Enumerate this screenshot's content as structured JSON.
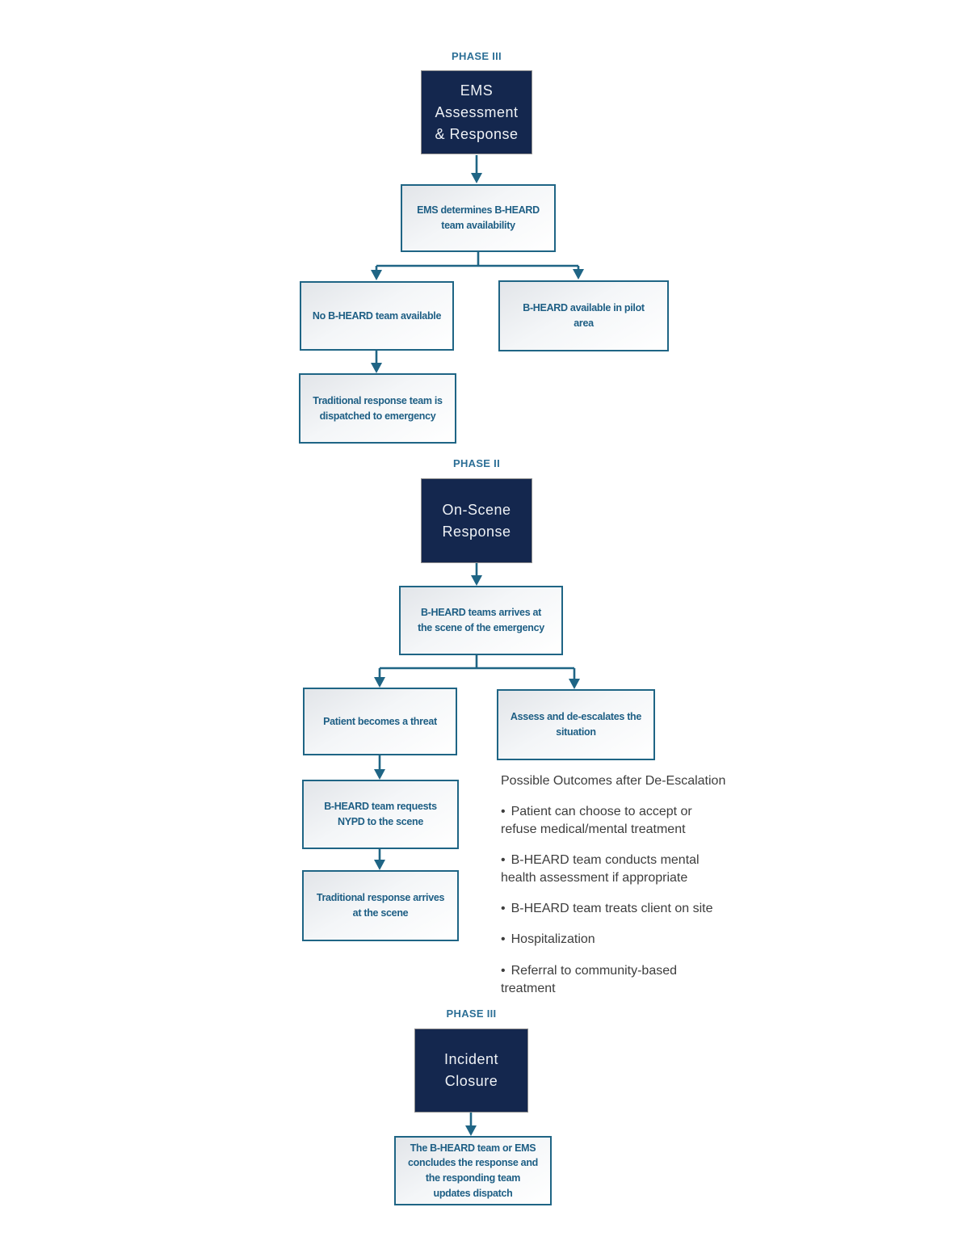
{
  "colors": {
    "navy_fill": "#14274e",
    "teal_line": "#1f6585",
    "step_text": "#1d5e84",
    "phase_label": "#2c6f96",
    "body_text": "#3d3d3d"
  },
  "phase_ems": {
    "label": "PHASE III",
    "title": "EMS\nAssessment\n& Response",
    "availability_step": "EMS determines B-HEARD\nteam availability",
    "no_team_branch": "No B-HEARD team available",
    "available_branch": "B-HEARD available in pilot\narea",
    "traditional_dispatch_step": "Traditional response team is\ndispatched to emergency"
  },
  "phase_on_scene": {
    "label": "PHASE II",
    "title": "On-Scene\nResponse",
    "arrival_step": "B-HEARD teams arrives at\nthe scene of the emergency",
    "threat_branch": "Patient becomes a threat",
    "deescalate_branch": "Assess and de-escalates the\nsituation",
    "nypd_step": "B-HEARD team requests\nNYPD to the scene",
    "traditional_arrives_step": "Traditional response arrives\nat the scene"
  },
  "outcomes": {
    "title": "Possible Outcomes after De-Escalation",
    "bullet": "•",
    "items": [
      "Patient can choose to accept or\nrefuse medical/mental treatment",
      "B-HEARD team conducts mental\nhealth assessment if appropriate",
      "B-HEARD team treats client on site",
      "Hospitalization",
      "Referral to community-based\ntreatment"
    ]
  },
  "phase_closure": {
    "label": "PHASE III",
    "title": "Incident\nClosure",
    "conclusion_step": "The B-HEARD team or EMS\nconcludes the response and\nthe responding team\nupdates dispatch"
  }
}
